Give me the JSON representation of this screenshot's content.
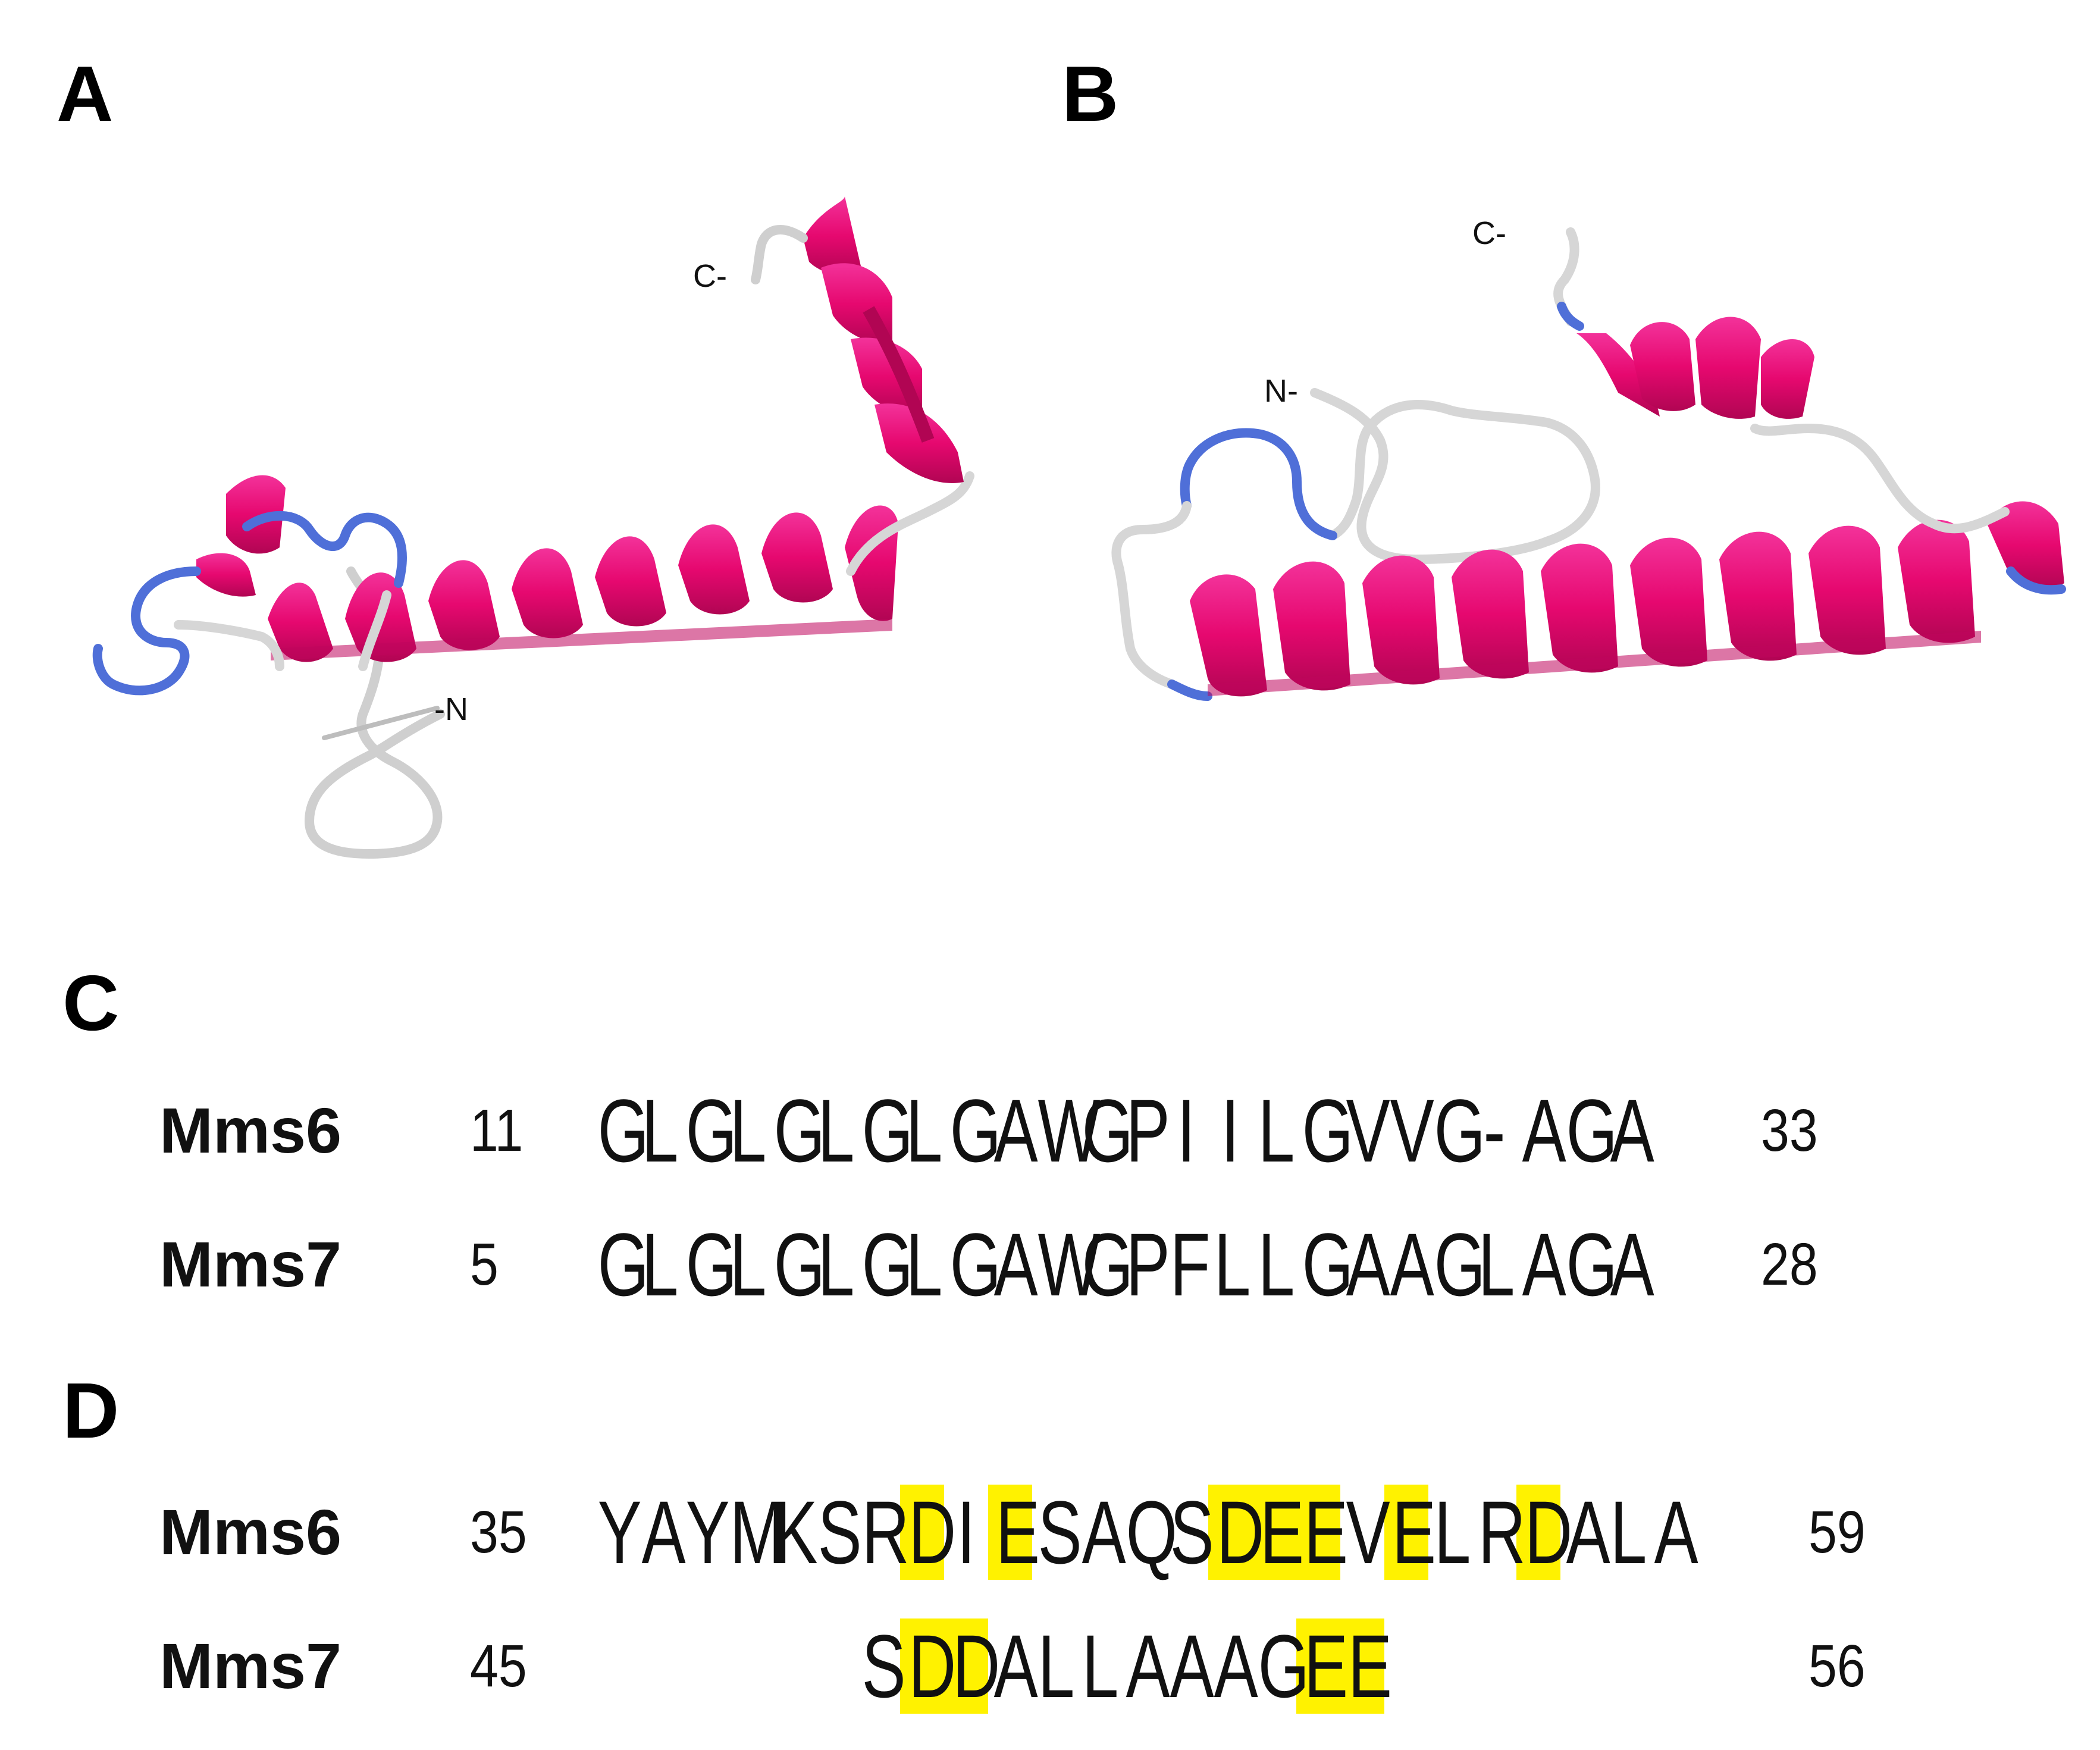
{
  "colors": {
    "helix": "#e6086f",
    "loop_blue": "#4f6fd8",
    "coil": "#d6d6d6",
    "highlight": "#fff200"
  },
  "panels": {
    "A": {
      "label": "A",
      "c_term": "C-",
      "n_term": "-N"
    },
    "B": {
      "label": "B",
      "c_term": "C-",
      "n_term": "N-"
    },
    "C": {
      "label": "C",
      "rows": [
        {
          "protein": "Mms6",
          "start": "11",
          "sequence": "GLGLGLGLGAWGPIILGVVG-AGA",
          "end": "33",
          "highlight_positions": []
        },
        {
          "protein": "Mms7",
          "start": "5",
          "sequence": "GLGLGLGLGAWGPFLLGAAGLAGA",
          "end": "28",
          "highlight_positions": []
        }
      ]
    },
    "D": {
      "label": "D",
      "rows": [
        {
          "protein": "Mms6",
          "start": "35",
          "sequence": "YAYMKSRDIESAQSDEEVELRDALA",
          "end": "59",
          "offset": 0,
          "highlight_positions": [
            7,
            9,
            14,
            15,
            16,
            18,
            21
          ]
        },
        {
          "protein": "Mms7",
          "start": "45",
          "sequence": "SDDALLAAAGEE",
          "end": "56",
          "offset": 6,
          "highlight_positions": [
            1,
            2,
            10,
            11
          ]
        }
      ]
    }
  }
}
